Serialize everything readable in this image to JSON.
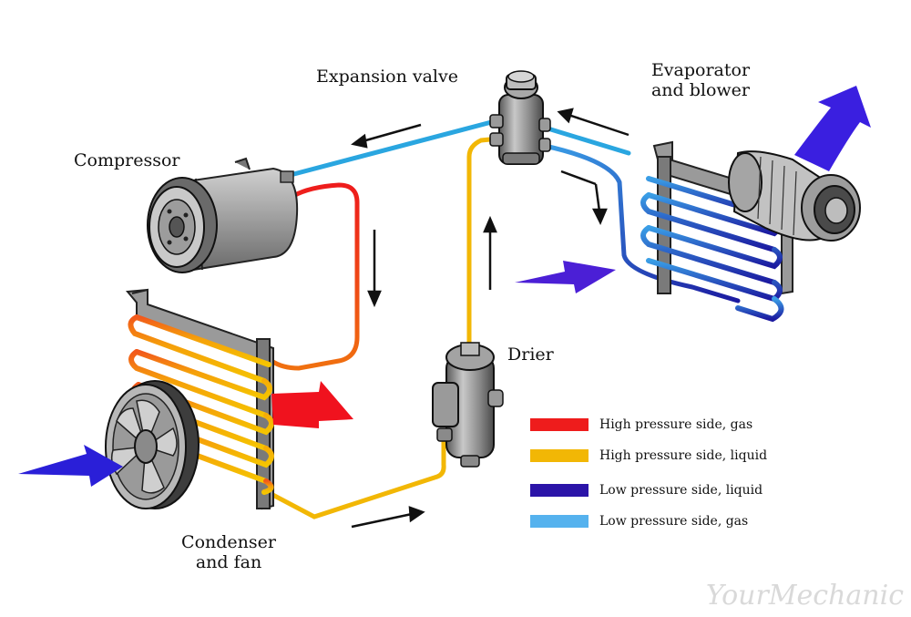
{
  "labels": {
    "expansion_valve": "Expansion valve",
    "evaporator_line1": "Evaporator",
    "evaporator_line2": "and blower",
    "compressor": "Compressor",
    "drier": "Drier",
    "condenser_line1": "Condenser",
    "condenser_line2": "and fan"
  },
  "legend": [
    {
      "label": "High pressure side, gas",
      "color": "#ee1c1c"
    },
    {
      "label": "High pressure side, liquid",
      "color": "#f2b705"
    },
    {
      "label": "Low pressure side, liquid",
      "color": "#2b14a8"
    },
    {
      "label": "Low pressure side, gas",
      "color": "#55b2ee"
    }
  ],
  "colors": {
    "high_gas": "#ee1c1c",
    "high_liquid": "#f2b705",
    "low_liquid": "#2b14a8",
    "low_gas": "#55b2ee",
    "airflow_blue": "#2a1fd8",
    "airflow_red": "#f0121e",
    "airflow_purple": "#4b1fd6",
    "component_gray": "#8c8c8c"
  },
  "watermark": "YourMechanic"
}
